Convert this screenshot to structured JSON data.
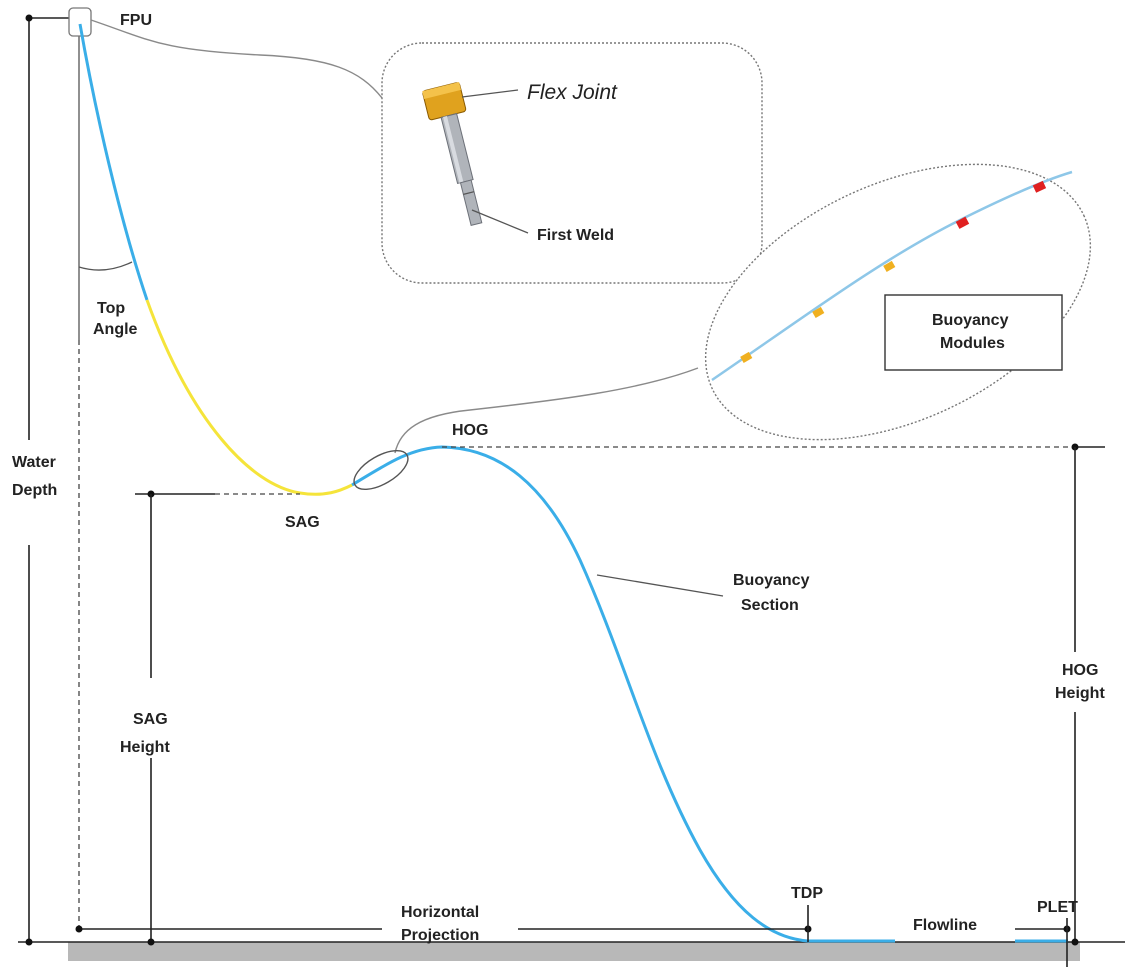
{
  "labels": {
    "fpu": "FPU",
    "flex_joint": "Flex Joint",
    "first_weld": "First Weld",
    "top_angle_line1": "Top",
    "top_angle_line2": "Angle",
    "water_depth_line1": "Water",
    "water_depth_line2": "Depth",
    "buoyancy_modules_line1": "Buoyancy",
    "buoyancy_modules_line2": "Modules",
    "hog": "HOG",
    "sag": "SAG",
    "buoyancy_section_line1": "Buoyancy",
    "buoyancy_section_line2": "Section",
    "sag_height_line1": "SAG",
    "sag_height_line2": "Height",
    "hog_height_line1": "HOG",
    "hog_height_line2": "Height",
    "horizontal_projection_line1": "Horizontal",
    "horizontal_projection_line2": "Projection",
    "tdp": "TDP",
    "flowline": "Flowline",
    "plet": "PLET"
  },
  "colors": {
    "riser_blue": "#3aaee8",
    "riser_yellow": "#f5e43a",
    "flex_joint_gold": "#e0a21e",
    "module_red": "#e02020",
    "module_orange": "#f0b020",
    "seabed": "#b8b8b8"
  }
}
